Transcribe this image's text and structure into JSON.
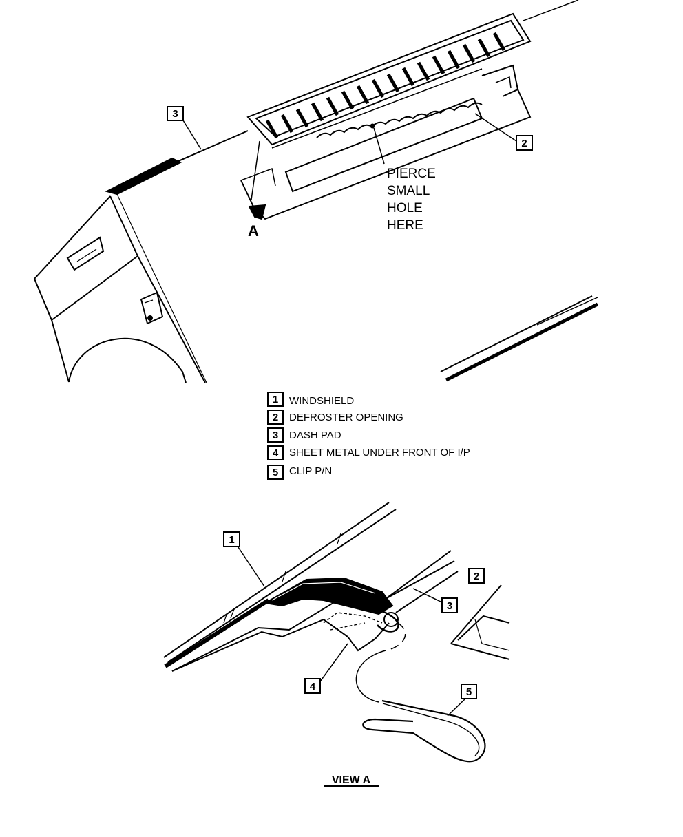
{
  "callouts": {
    "top_dash_pad": "3",
    "top_defroster": "2",
    "view_windshield": "1",
    "view_defroster": "2",
    "view_dash_pad": "3",
    "view_sheet_metal": "4",
    "view_clip": "5"
  },
  "view_letter": "A",
  "pierce_note": [
    "PIERCE",
    "SMALL",
    "HOLE",
    "HERE"
  ],
  "legend": [
    {
      "num": "1",
      "label": "WINDSHIELD"
    },
    {
      "num": "2",
      "label": "DEFROSTER OPENING"
    },
    {
      "num": "3",
      "label": "DASH PAD"
    },
    {
      "num": "4",
      "label": "SHEET METAL UNDER FRONT OF I/P"
    },
    {
      "num": "5",
      "label": "CLIP P/N"
    }
  ],
  "view_title": "VIEW A"
}
